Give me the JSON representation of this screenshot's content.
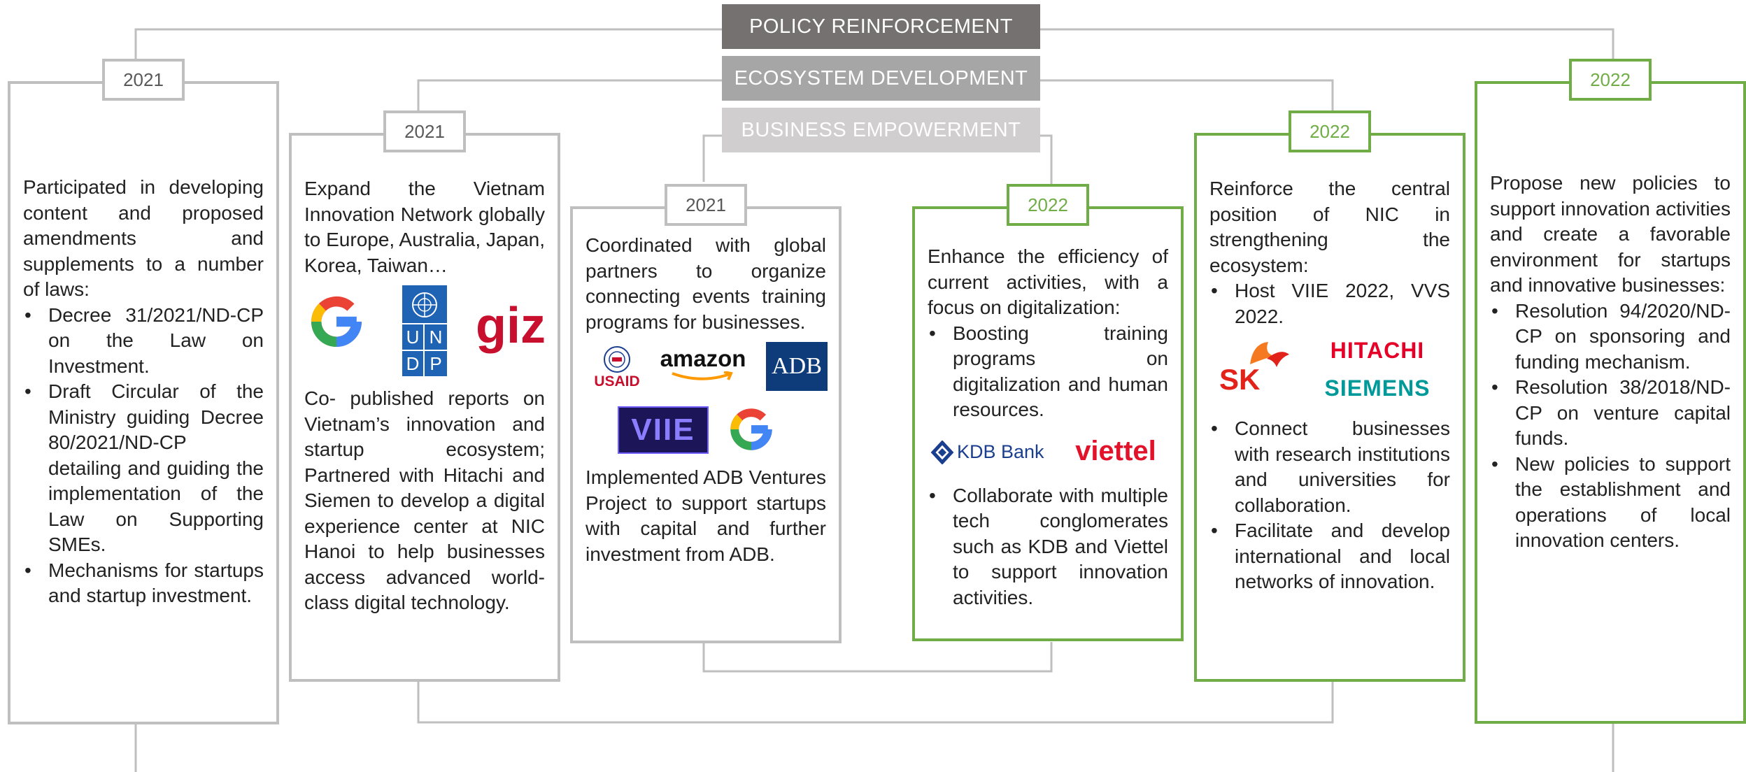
{
  "banners": {
    "policy": "POLICY REINFORCEMENT",
    "ecosystem": "ECOSYSTEM DEVELOPMENT",
    "business": "BUSINESS EMPOWERMENT"
  },
  "colors": {
    "policy_banner": "#767171",
    "ecosystem_banner": "#a6a6a6",
    "business_banner": "#d0cece",
    "grey_border": "#bfbfbf",
    "green_border": "#70ad47"
  },
  "cards": [
    {
      "year": "2021",
      "intro": "Participated in developing content and proposed amendments and supplements to a number of laws:",
      "bullets": [
        "Decree 31/2021/ND-CP on the Law on Investment.",
        "Draft Circular of the Ministry guiding Decree 80/2021/ND-CP detailing and guiding the implementation of the Law on Supporting SMEs.",
        "Mechanisms for startups and startup investment."
      ]
    },
    {
      "year": "2021",
      "intro": "Expand the Vietnam Innovation Network globally to Europe, Australia, Japan, Korea, Taiwan…",
      "logos": [
        "google-logo",
        "undp-logo",
        "giz-logo"
      ],
      "undp_letters": [
        "U",
        "N",
        "D",
        "P"
      ],
      "giz_text": "giz",
      "outro": "Co- published reports on Vietnam’s innovation and startup ecosystem; Partnered with Hitachi and Siemen to develop a digital experience center at NIC Hanoi to help businesses access advanced world-class digital technology."
    },
    {
      "year": "2021",
      "intro": "Coordinated with global partners to organize connecting events training programs for businesses.",
      "logos": [
        "usaid-logo",
        "amazon-logo",
        "adb-logo",
        "viie-logo",
        "google-logo"
      ],
      "usaid_text": "USAID",
      "amazon_text": "amazon",
      "adb_text": "ADB",
      "viie_text": "VIIE",
      "outro": "Implemented ADB Ventures Project to support startups with capital and further investment from ADB."
    },
    {
      "year": "2022",
      "intro": "Enhance the efficiency of current activities, with a focus on digitalization:",
      "bullets1": [
        "Boosting training programs on digitalization and human resources."
      ],
      "logos": [
        "kdb-bank-logo",
        "viettel-logo"
      ],
      "kdb_text": "KDB Bank",
      "viettel_text": "viettel",
      "bullets2": [
        "Collaborate with multiple tech conglomerates such as KDB and Viettel to support innovation activities."
      ]
    },
    {
      "year": "2022",
      "intro": "Reinforce the central position of NIC in strengthening the ecosystem:",
      "bullets1": [
        "Host VIIE 2022, VVS 2022."
      ],
      "logos": [
        "sk-logo",
        "hitachi-logo",
        "siemens-logo"
      ],
      "sk_text": "SK",
      "hitachi_text": "HITACHI",
      "siemens_text": "SIEMENS",
      "bullets2": [
        "Connect businesses with research institutions and universities for collaboration.",
        "Facilitate and develop international and local networks of innovation."
      ]
    },
    {
      "year": "2022",
      "intro": "Propose new policies to support innovation activities and create a favorable environment for startups and innovative businesses:",
      "bullets": [
        "Resolution 94/2020/ND-CP on sponsoring and funding mechanism.",
        "Resolution 38/2018/ND-CP on venture capital funds.",
        "New policies to support the establishment and operations of local innovation centers."
      ]
    }
  ]
}
